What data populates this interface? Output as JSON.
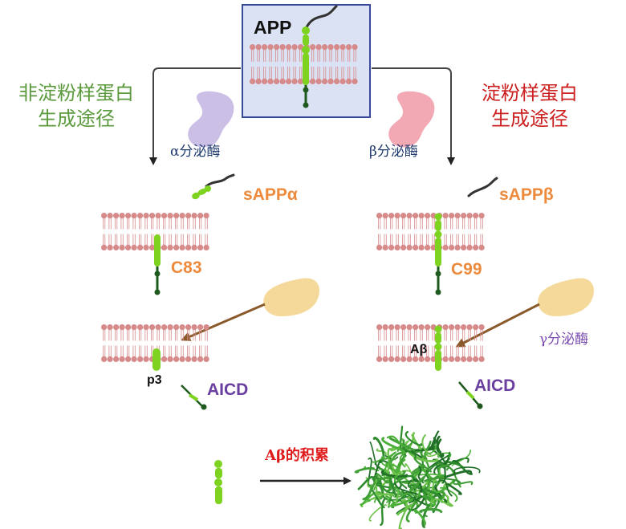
{
  "colors": {
    "nonamyloid": "#5a9a3c",
    "amyloid": "#cc1f1f",
    "enzyme_text": "#1f3a6e",
    "product": "#ee8a3c",
    "aicd": "#6a3fa0",
    "gamma_text": "#7a4bb0",
    "accum_text": "#e01b1b",
    "protein": "#7ed321",
    "membrane": "#d68a8a",
    "box_fill": "#dbe2f3",
    "box_border": "#3a4a9a",
    "alpha_enzyme": "#cbbfe6",
    "beta_enzyme": "#f2a9b4",
    "gamma_enzyme": "#f5d99a"
  },
  "top": {
    "app_label": "APP"
  },
  "left_pathway": {
    "title_line1": "非淀粉样蛋白",
    "title_line2": "生成途径",
    "enzyme_label": "α分泌酶",
    "fragment_label": "sAPPα",
    "membrane_product_label": "C83",
    "short_peptide_label": "p3",
    "aicd_label": "AICD"
  },
  "right_pathway": {
    "title_line1": "淀粉样蛋白",
    "title_line2": "生成途径",
    "enzyme_label": "β分泌酶",
    "fragment_label": "sAPPβ",
    "membrane_product_label": "C99",
    "abeta_label": "Aβ",
    "gamma_enzyme_label": "γ分泌酶",
    "aicd_label": "AICD"
  },
  "bottom": {
    "accumulation_label": "Aβ的积累"
  }
}
